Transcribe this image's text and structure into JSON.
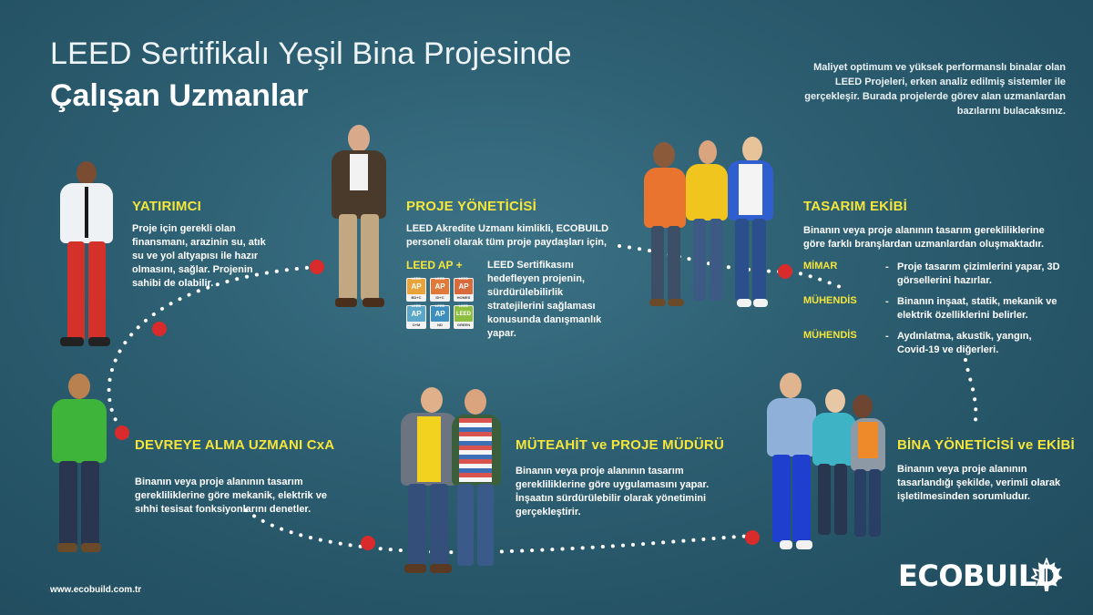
{
  "header": {
    "title_line1": "LEED Sertifikalı Yeşil Bina Projesinde",
    "title_line2": "Çalışan Uzmanlar",
    "intro": "Maliyet optimum ve yüksek performanslı binalar olan LEED Projeleri, erken analiz edilmiş sistemler ile gerçekleşir. Burada projelerde görev alan uzmanlardan bazılarını bulacaksınız."
  },
  "investor": {
    "heading": "YATIRIMCI",
    "text": "Proje için gerekli olan finansmanı, arazinin su, atık su ve yol altyapısı ile hazır olmasını, sağlar. Projenin sahibi de olabilir."
  },
  "project_manager": {
    "heading": "PROJE YÖNETİCİSİ",
    "text": "LEED Akredite Uzmanı kimlikli, ECOBUILD personeli olarak tüm proje paydaşları için,",
    "leed_label": "LEED AP +",
    "leed_text": "LEED Sertifikasını hedefleyen projenin, sürdürülebilirlik stratejilerini sağlaması konusunda danışmanlık yapar.",
    "badges": [
      {
        "top": "AP",
        "sub": "BD+C",
        "color": "#e8a33a"
      },
      {
        "top": "AP",
        "sub": "ID+C",
        "color": "#e07a3a"
      },
      {
        "top": "AP",
        "sub": "HOMES",
        "color": "#d96a3c"
      },
      {
        "top": "AP",
        "sub": "O+M",
        "color": "#5aa7c9"
      },
      {
        "top": "AP",
        "sub": "ND",
        "color": "#3d8fc0"
      },
      {
        "top": "LEED",
        "sub": "GREEN",
        "color": "#8cbf3f"
      }
    ]
  },
  "design_team": {
    "heading": "TASARIM EKİBİ",
    "text": "Binanın veya proje alanının tasarım gerekliliklerine göre farklı branşlardan uzmanlardan oluşmaktadır.",
    "roles": [
      {
        "name": "MİMAR",
        "desc": "Proje tasarım çizimlerini yapar, 3D görsellerini hazırlar."
      },
      {
        "name": "MÜHENDİS",
        "desc": "Binanın inşaat, statik, mekanik ve elektrik özelliklerini belirler."
      },
      {
        "name": "MÜHENDİS",
        "desc": "Aydınlatma, akustik, yangın, Covid-19 ve diğerleri."
      }
    ]
  },
  "commissioning": {
    "heading": "DEVREYE ALMA UZMANI CxA",
    "text": "Binanın veya proje alanının tasarım gerekliliklerine göre mekanik, elektrik ve sıhhi tesisat fonksiyonlarını denetler."
  },
  "contractor": {
    "heading": "MÜTEAHİT ve PROJE MÜDÜRÜ",
    "text": "Binanın veya proje alanının tasarım gerekliliklerine göre uygulamasını yapar. İnşaatın sürdürülebilir olarak yönetimini gerçekleştirir."
  },
  "building_manager": {
    "heading": "BİNA YÖNETİCİSİ ve EKİBİ",
    "text": "Binanın veya proje alanının tasarlandığı şekilde, verimli olarak işletilmesinden sorumludur."
  },
  "footer": {
    "url": "www.ecobuild.com.tr",
    "logo": "ECOBUILD"
  },
  "colors": {
    "accent": "#f5e63a",
    "dot_red": "#d92b2b",
    "background": "#2c5d70"
  }
}
